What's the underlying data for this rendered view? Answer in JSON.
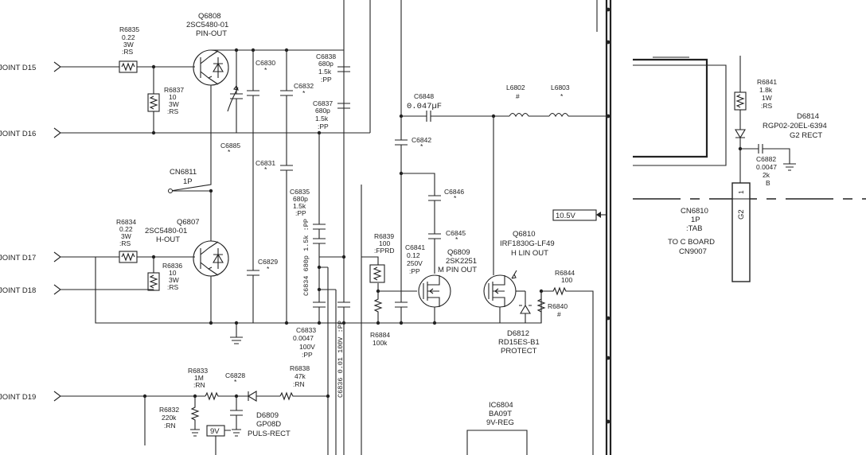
{
  "joints": {
    "d15": "JOINT D15",
    "d16": "JOINT D16",
    "d17": "JOINT D17",
    "d18": "JOINT D18",
    "d19": "JOINT D19"
  },
  "resistors": {
    "r6835": [
      "R6835",
      "0.22",
      "3W",
      ":RS"
    ],
    "r6837": [
      "R6837",
      "10",
      "3W",
      ":RS"
    ],
    "r6834": [
      "R6834",
      "0.22",
      "3W",
      ":RS"
    ],
    "r6836": [
      "R6836",
      "10",
      "3W",
      ":RS"
    ],
    "r6839": [
      "R6839",
      "100",
      ":FPRD"
    ],
    "r6884": [
      "R6884",
      "100k"
    ],
    "r6833": [
      "R6833",
      "1M",
      ":RN"
    ],
    "r6832": [
      "R6832",
      "220k",
      ":RN"
    ],
    "r6838": [
      "R6838",
      "47k",
      ":RN"
    ],
    "r6841": [
      "R6841",
      "1.8k",
      "1W",
      ":RS"
    ],
    "r6844": [
      "R6844",
      "100"
    ],
    "r6840": [
      "R6840",
      "#"
    ]
  },
  "capacitors": {
    "c6830": [
      "C6830",
      "*"
    ],
    "c6832": [
      "C6832",
      "*"
    ],
    "c6838": [
      "C6838",
      "680p",
      "1.5k",
      ":PP"
    ],
    "c6837": [
      "C6837",
      "680p",
      "1.5k",
      ":PP"
    ],
    "c6885": [
      "C6885",
      "*"
    ],
    "c6831": [
      "C6831",
      "*"
    ],
    "c6829": [
      "C6829",
      "*"
    ],
    "c6835": [
      "C6835",
      "680p",
      "1.5k",
      ":PP"
    ],
    "c6834": "C6834  680p  1.5k  :PP",
    "c6833": [
      "C6833",
      "0.0047",
      "100V",
      ":PP"
    ],
    "c6836": "C6836  0.01  100V  :PP",
    "c6848": [
      "C6848",
      "0.047µF"
    ],
    "c6842": [
      "C6842",
      "*"
    ],
    "c6846": [
      "C6846",
      "*"
    ],
    "c6845": [
      "C6845",
      "*"
    ],
    "c6841": [
      "C6841",
      "0.12",
      "250V",
      ":PP"
    ],
    "c6828": [
      "C6828",
      "*"
    ],
    "c6882": [
      "C6882",
      "0.0047",
      "2k",
      "B"
    ]
  },
  "transistors": {
    "q6808": [
      "Q6808",
      "2SC5480-01",
      "PIN-OUT"
    ],
    "q6807": [
      "Q6807",
      "2SC5480-01",
      "H-OUT"
    ],
    "q6809": [
      "Q6809",
      "2SK2251",
      "M PIN OUT"
    ],
    "q6810": [
      "Q6810",
      "IRF1830G-LF49",
      "H LIN OUT"
    ]
  },
  "diodes": {
    "d6809": [
      "D6809",
      "GP08D",
      "PULS-RECT"
    ],
    "d6812": [
      "D6812",
      "RD15ES-B1",
      "PROTECT"
    ],
    "d6814": [
      "D6814",
      "RGP02-20EL-6394",
      "G2 RECT"
    ]
  },
  "inductors": {
    "l6802": [
      "L6802",
      "#"
    ],
    "l6803": [
      "L6803",
      "*"
    ]
  },
  "connectors": {
    "cn6811": [
      "CN6811",
      "1P"
    ],
    "cn6810": [
      "CN6810",
      "1P",
      ":TAB"
    ],
    "to_c_board": [
      "TO C BOARD",
      "CN9007"
    ],
    "pin1": "1",
    "pin_g2": "G2"
  },
  "ic": {
    "ic6804": [
      "IC6804",
      "BA09T",
      "9V-REG"
    ]
  },
  "voltages": {
    "v105": "10.5V",
    "v9": "9V"
  }
}
